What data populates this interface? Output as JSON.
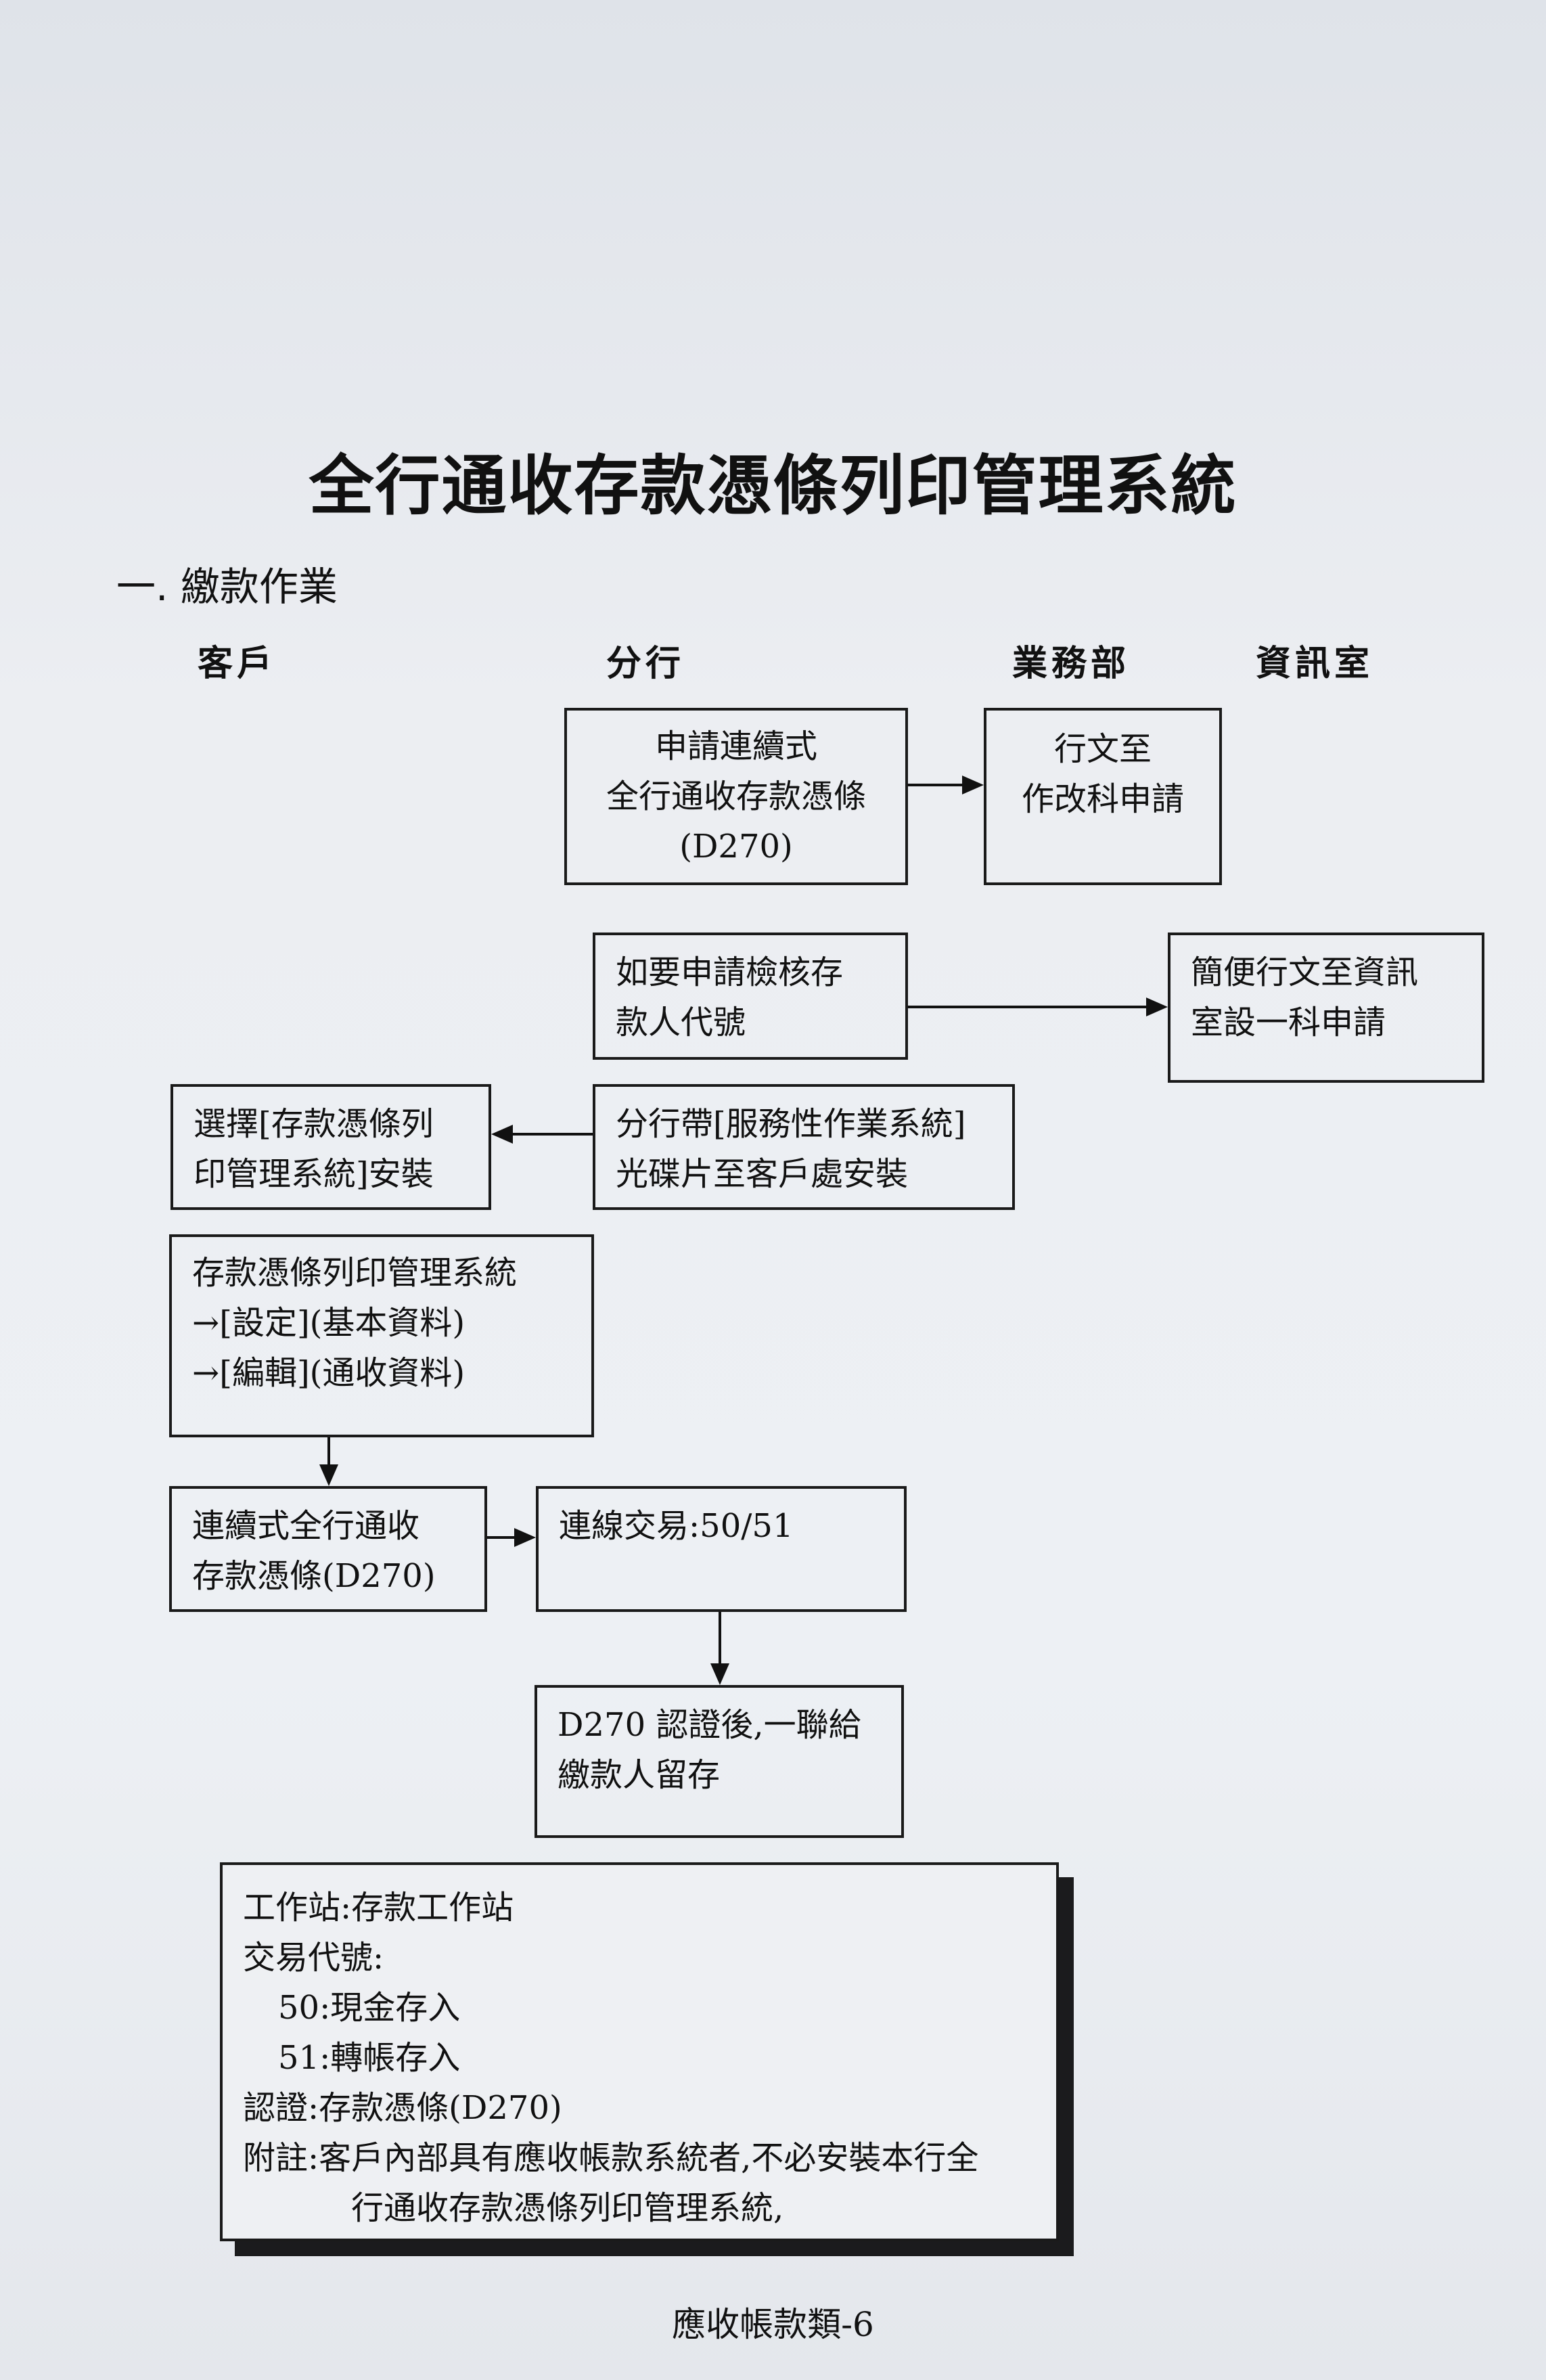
{
  "title": "全行通收存款憑條列印管理系統",
  "section_heading": "一. 繳款作業",
  "lanes": {
    "customer": "客戶",
    "branch": "分行",
    "business_dept": "業務部",
    "it_office": "資訊室"
  },
  "boxes": {
    "apply_d270": [
      "申請連續式",
      "全行通收存款憑條",
      "(D270)"
    ],
    "document_request": [
      "行文至",
      "作改科申請"
    ],
    "check_depositor_code": [
      "如要申請檢核存",
      "款人代號"
    ],
    "simple_doc_it": [
      "簡便行文至資訊",
      "室設一科申請"
    ],
    "select_install": [
      "選擇[存款憑條列",
      "印管理系統]安裝"
    ],
    "branch_bring_cd": [
      "分行帶[服務性作業系統]",
      "光碟片至客戶處安裝"
    ],
    "print_system_steps": [
      "存款憑條列印管理系統",
      "→[設定](基本資料)",
      "→[編輯](通收資料)"
    ],
    "continuous_d270": [
      "連續式全行通收",
      "存款憑條(D270)"
    ],
    "online_transaction": [
      "連線交易:50/51"
    ],
    "d270_certify": [
      "D270 認證後,一聯給",
      "繳款人留存"
    ]
  },
  "note": {
    "workstation": "工作站:存款工作站",
    "trans_code_label": "交易代號:",
    "code_50": "50:現金存入",
    "code_51": "51:轉帳存入",
    "certify": "認證:存款憑條(D270)",
    "remark_1": "附註:客戶內部具有應收帳款系統者,不必安裝本行全",
    "remark_2": "行通收存款憑條列印管理系統,"
  },
  "footer": "應收帳款類-6"
}
